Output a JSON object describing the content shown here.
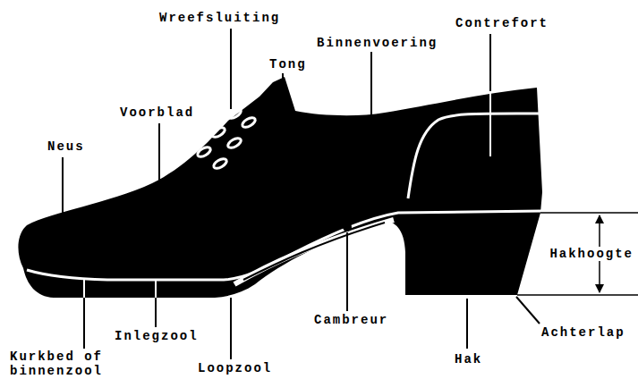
{
  "diagram": {
    "labels": [
      "Wreefsluiting",
      "Contrefort",
      "Tong",
      "Binnenvoering",
      "Voorblad",
      "Neus",
      "Hakhoogte",
      "Cambreur",
      "Achterlap",
      "Inlegzool",
      "Hak",
      "Kurkbed of binnenzool",
      "Loopzool"
    ]
  }
}
